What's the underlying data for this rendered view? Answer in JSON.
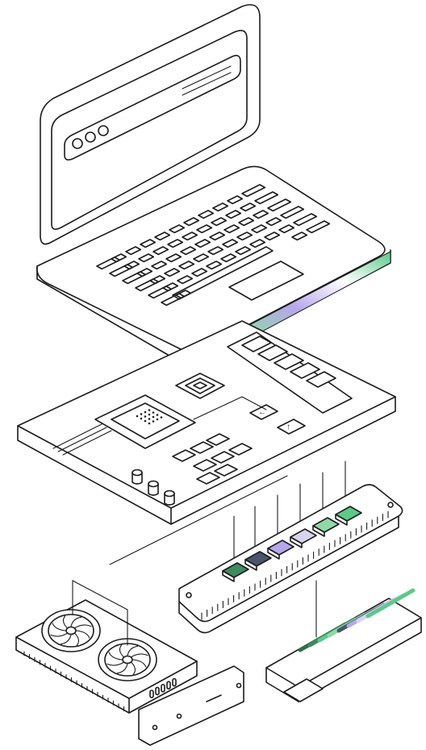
{
  "illustration": {
    "palette": {
      "line": "#1c1c1c",
      "background": "#ffffff",
      "accent_green": "#5cc98a",
      "accent_dark_green": "#2f6e4e",
      "accent_purple": "#b7a6ea",
      "accent_slate": "#4a556d",
      "accent_mint": "#c6ecd6"
    },
    "components": [
      {
        "name": "laptop",
        "icon": "laptop-icon"
      },
      {
        "name": "motherboard",
        "icon": "motherboard-icon"
      },
      {
        "name": "memory-module",
        "icon": "ram-icon"
      },
      {
        "name": "graphics-card",
        "icon": "gpu-icon"
      },
      {
        "name": "ssd-drive",
        "icon": "ssd-icon"
      }
    ],
    "memory_chip_colors": [
      "#3f8a5f",
      "#4a556d",
      "#b7a6ea",
      "#d8d4ef",
      "#8fd9a8",
      "#5cc98a"
    ]
  }
}
